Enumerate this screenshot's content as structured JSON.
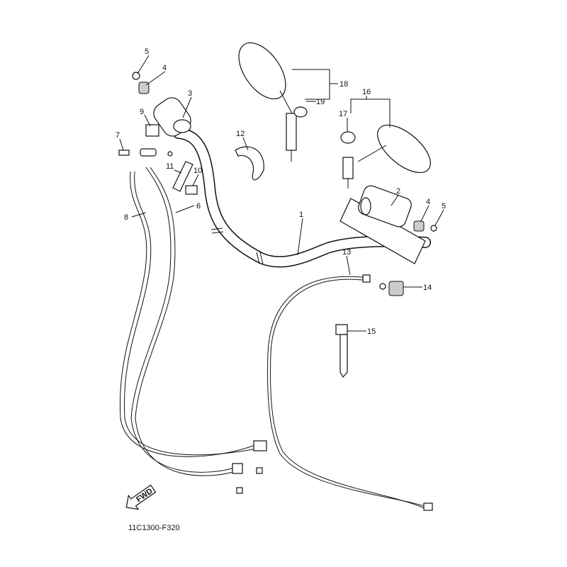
{
  "diagram": {
    "code": "11C1300-F320",
    "fwd_label": "FWD",
    "callouts": [
      {
        "id": "c1",
        "num": "1"
      },
      {
        "id": "c2",
        "num": "2"
      },
      {
        "id": "c3",
        "num": "3"
      },
      {
        "id": "c4a",
        "num": "4"
      },
      {
        "id": "c4b",
        "num": "4"
      },
      {
        "id": "c5a",
        "num": "5"
      },
      {
        "id": "c5b",
        "num": "5"
      },
      {
        "id": "c6",
        "num": "6"
      },
      {
        "id": "c7",
        "num": "7"
      },
      {
        "id": "c8",
        "num": "8"
      },
      {
        "id": "c9",
        "num": "9"
      },
      {
        "id": "c10",
        "num": "10"
      },
      {
        "id": "c11",
        "num": "11"
      },
      {
        "id": "c12",
        "num": "12"
      },
      {
        "id": "c13",
        "num": "13"
      },
      {
        "id": "c14",
        "num": "14"
      },
      {
        "id": "c15",
        "num": "15"
      },
      {
        "id": "c16",
        "num": "16"
      },
      {
        "id": "c17",
        "num": "17"
      },
      {
        "id": "c18",
        "num": "18"
      },
      {
        "id": "c19",
        "num": "19"
      }
    ]
  }
}
